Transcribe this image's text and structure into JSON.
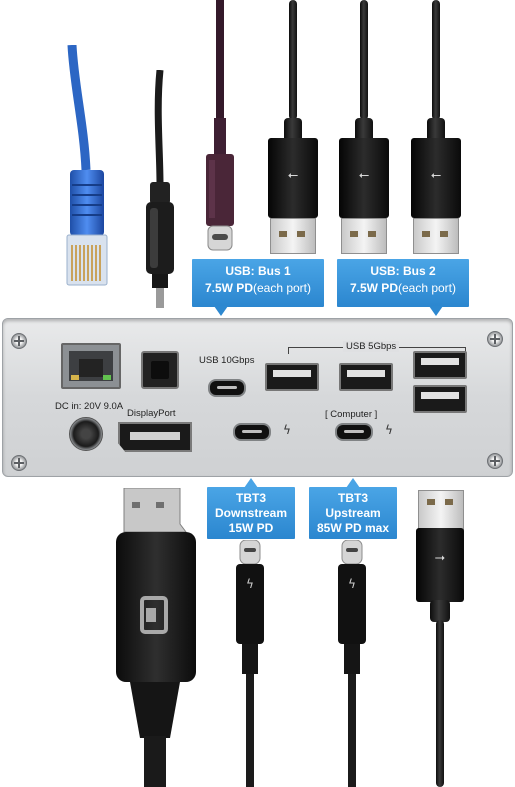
{
  "callouts": {
    "usb_bus1": {
      "line1": "USB: Bus 1",
      "line2_bold": "7.5W PD",
      "line2_normal": "(each port)"
    },
    "usb_bus2": {
      "line1": "USB: Bus 2",
      "line2_bold": "7.5W PD",
      "line2_normal": "(each port)"
    },
    "tbt3_down": {
      "line1": "TBT3",
      "line2": "Downstream",
      "line3": "15W PD"
    },
    "tbt3_up": {
      "line1": "TBT3",
      "line2": "Upstream",
      "line3": "85W PD max"
    }
  },
  "dock": {
    "dc_in_label": "DC in: 20V 9.0A",
    "displayport_label": "DisplayPort",
    "usb10_label": "USB 10Gbps",
    "usb5_label": "USB 5Gbps",
    "computer_label": "[ Computer ]"
  },
  "icons": {
    "usb": "usb-trident-icon",
    "thunderbolt": "thunderbolt-icon",
    "displayport": "displayport-logo"
  },
  "colors": {
    "callout_blue": "#2b86cf",
    "ethernet_blue": "#2c66c4",
    "usbc_cable_purple": "#3a1e2a"
  }
}
